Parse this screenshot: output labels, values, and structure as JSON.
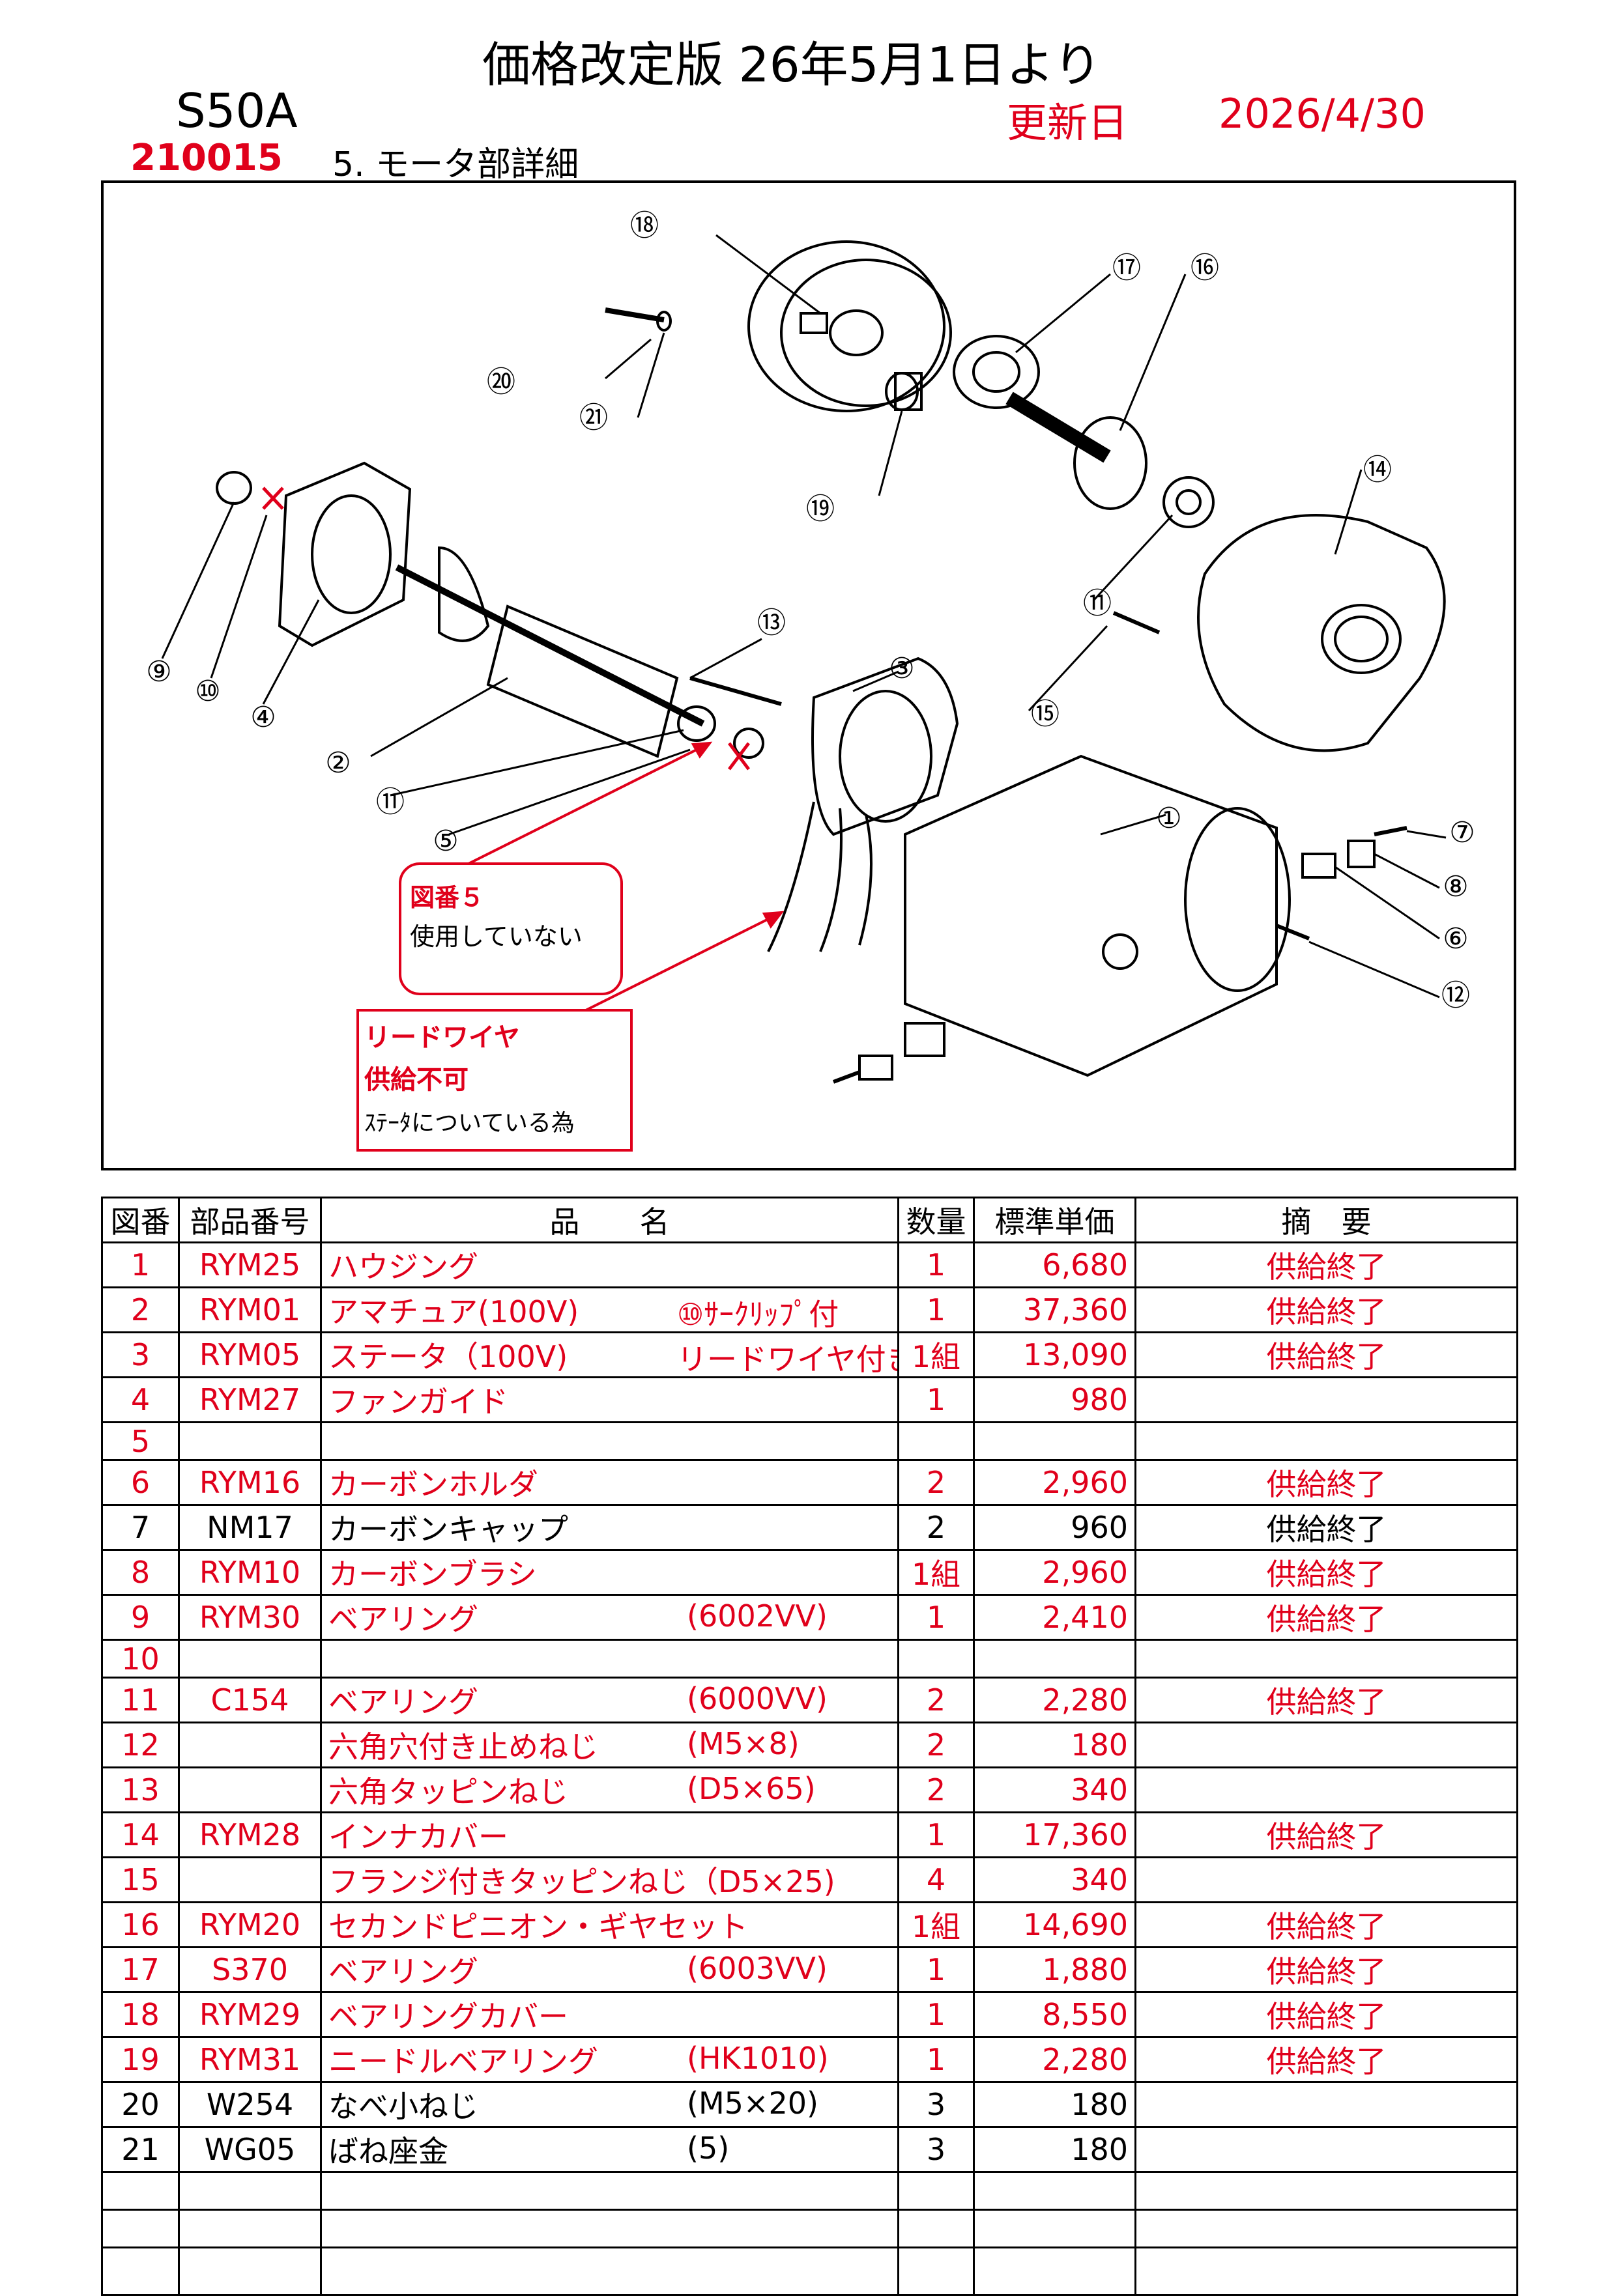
{
  "header": {
    "title": "価格改定版 26年5月1日より",
    "model": "S50A",
    "updated_label": "更新日",
    "updated_date": "2026/4/30",
    "product_code": "210015",
    "section": "5. モータ部詳細"
  },
  "callouts": {
    "fig5": {
      "line1": "図番５",
      "line2": "使用していない"
    },
    "lead": {
      "line1": "リードワイヤ",
      "line2": "供給不可",
      "line3": "ｽﾃｰﾀについている為"
    }
  },
  "diagram_labels": [
    "⑱",
    "⑰",
    "⑯",
    "⑳",
    "㉑",
    "⑲",
    "⑭",
    "⑪",
    "⑨",
    "⑩",
    "④",
    "⑬",
    "②",
    "③",
    "⑪",
    "⑮",
    "⑤",
    "①",
    "⑦",
    "⑧",
    "⑥",
    "⑫"
  ],
  "table": {
    "headers": [
      "図番",
      "部品番号",
      "品　　名",
      "数量",
      "標準単価",
      "摘　要"
    ],
    "rows": [
      {
        "no": "1",
        "code": "RYM25",
        "name": "ハウジング",
        "spec": "",
        "qty": "1",
        "price": "6,680",
        "note": "供給終了",
        "red": true
      },
      {
        "no": "2",
        "code": "RYM01",
        "name": "アマチュア(100V)",
        "spec": "⑩ｻｰｸﾘｯﾌﾟ付",
        "qty": "1",
        "price": "37,360",
        "note": "供給終了",
        "red": true
      },
      {
        "no": "3",
        "code": "RYM05",
        "name": "ステータ（100V)",
        "spec": "リードワイヤ付き",
        "qty": "1組",
        "price": "13,090",
        "note": "供給終了",
        "red": true
      },
      {
        "no": "4",
        "code": "RYM27",
        "name": "ファンガイド",
        "spec": "",
        "qty": "1",
        "price": "980",
        "note": "",
        "red": true
      },
      {
        "no": "5",
        "code": "",
        "name": "",
        "spec": "",
        "qty": "",
        "price": "",
        "note": "",
        "red": true
      },
      {
        "no": "6",
        "code": "RYM16",
        "name": "カーボンホルダ",
        "spec": "",
        "qty": "2",
        "price": "2,960",
        "note": "供給終了",
        "red": true
      },
      {
        "no": "7",
        "code": "NM17",
        "name": "カーボンキャップ",
        "spec": "",
        "qty": "2",
        "price": "960",
        "note": "供給終了",
        "red": false
      },
      {
        "no": "8",
        "code": "RYM10",
        "name": "カーボンブラシ",
        "spec": "",
        "qty": "1組",
        "price": "2,960",
        "note": "供給終了",
        "red": true
      },
      {
        "no": "9",
        "code": "RYM30",
        "name": "ベアリング",
        "spec": "(6002VV)",
        "qty": "1",
        "price": "2,410",
        "note": "供給終了",
        "red": true
      },
      {
        "no": "10",
        "code": "",
        "name": "",
        "spec": "",
        "qty": "",
        "price": "",
        "note": "",
        "red": true
      },
      {
        "no": "11",
        "code": "C154",
        "name": "ベアリング",
        "spec": "(6000VV)",
        "qty": "2",
        "price": "2,280",
        "note": "供給終了",
        "red": true
      },
      {
        "no": "12",
        "code": "",
        "name": "六角穴付き止めねじ",
        "spec": "(M5×8)",
        "qty": "2",
        "price": "180",
        "note": "",
        "red": true
      },
      {
        "no": "13",
        "code": "",
        "name": "六角タッピンねじ",
        "spec": "(D5×65)",
        "qty": "2",
        "price": "340",
        "note": "",
        "red": true
      },
      {
        "no": "14",
        "code": "RYM28",
        "name": "インナカバー",
        "spec": "",
        "qty": "1",
        "price": "17,360",
        "note": "供給終了",
        "red": true
      },
      {
        "no": "15",
        "code": "",
        "name": "フランジ付きタッピンねじ（D5×25)",
        "spec": "",
        "qty": "4",
        "price": "340",
        "note": "",
        "red": true
      },
      {
        "no": "16",
        "code": "RYM20",
        "name": "セカンドピニオン・ギヤセット",
        "spec": "",
        "qty": "1組",
        "price": "14,690",
        "note": "供給終了",
        "red": true
      },
      {
        "no": "17",
        "code": "S370",
        "name": "ベアリング",
        "spec": "(6003VV)",
        "qty": "1",
        "price": "1,880",
        "note": "供給終了",
        "red": true
      },
      {
        "no": "18",
        "code": "RYM29",
        "name": "ベアリングカバー",
        "spec": "",
        "qty": "1",
        "price": "8,550",
        "note": "供給終了",
        "red": true
      },
      {
        "no": "19",
        "code": "RYM31",
        "name": "ニードルベアリング",
        "spec": "(HK1010)",
        "qty": "1",
        "price": "2,280",
        "note": "供給終了",
        "red": true
      },
      {
        "no": "20",
        "code": "W254",
        "name": "なべ小ねじ",
        "spec": "(M5×20)",
        "qty": "3",
        "price": "180",
        "note": "",
        "red": false
      },
      {
        "no": "21",
        "code": "WG05",
        "name": "ばね座金",
        "spec": "(5)",
        "qty": "3",
        "price": "180",
        "note": "",
        "red": false
      }
    ]
  },
  "colors": {
    "accent_red": "#e0001b",
    "text": "#000000"
  }
}
